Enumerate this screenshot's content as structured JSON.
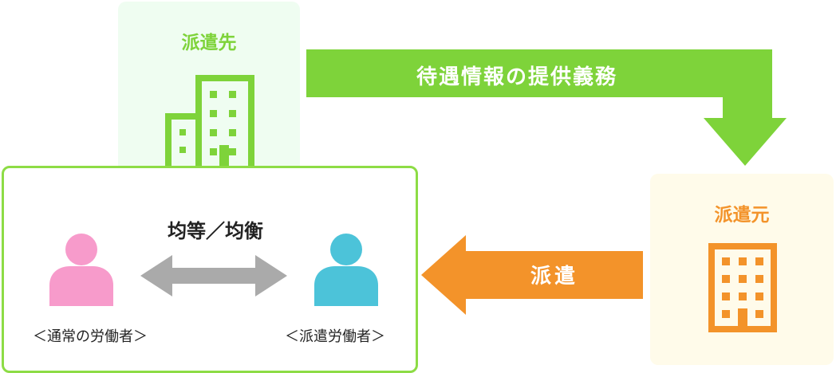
{
  "client": {
    "title": "派遣先",
    "color": "#7ed33a",
    "bg": "#effdf1"
  },
  "agency": {
    "title": "派遣元",
    "color": "#f3932a",
    "bg": "#fffbea"
  },
  "arrows": {
    "duty": {
      "label": "待遇情報の提供義務",
      "color": "#7ed33a"
    },
    "dispatch": {
      "label": "派遣",
      "color": "#f3932a"
    },
    "balance": {
      "label": "均等／均衡",
      "color": "#aaaaaa"
    }
  },
  "workers": {
    "border_color": "#8ddc45",
    "regular": {
      "label": "＜通常の労働者＞",
      "color": "#f79bcb"
    },
    "dispatched": {
      "label": "＜派遣労働者＞",
      "color": "#4cc3d9"
    }
  }
}
